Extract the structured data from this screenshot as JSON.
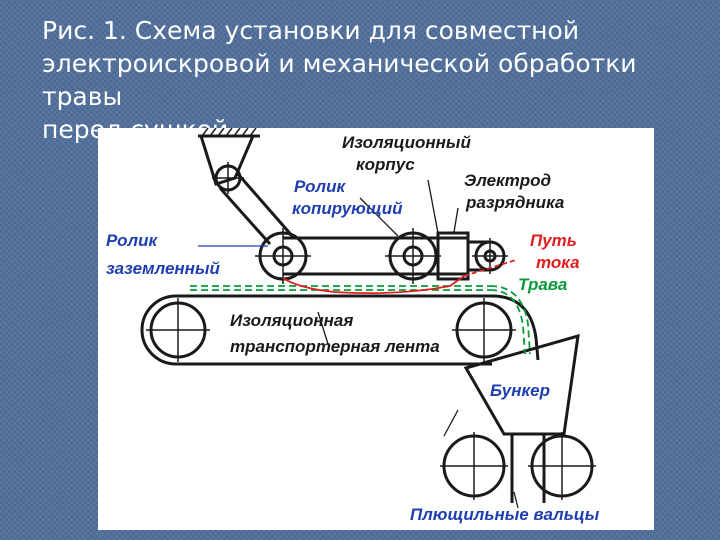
{
  "title": {
    "line1": "Рис. 1. Схема установки для совместной",
    "line2": "электроискровой и механической обработки травы",
    "line3": "перед сушкой"
  },
  "diagram": {
    "labels": {
      "housing_1": "Изоляционный",
      "housing_2": "корпус",
      "copy_roller_1": "Ролик",
      "copy_roller_2": "копирующий",
      "electrode_1": "Электрод",
      "electrode_2": "разрядника",
      "ground_roller_1": "Ролик",
      "ground_roller_2": "заземленный",
      "current_path_1": "Путь",
      "current_path_2": "тока",
      "grass": "Трава",
      "belt_1": "Изоляционная",
      "belt_2": "транспортерная лента",
      "hopper": "Бункер",
      "rollers": "Плющильные вальцы"
    },
    "colors": {
      "ink": "#1a1a1a",
      "blue": "#1f3fb0",
      "red": "#e02020",
      "green": "#0a9a3a",
      "slide_bg": "#4f6f9c"
    }
  }
}
